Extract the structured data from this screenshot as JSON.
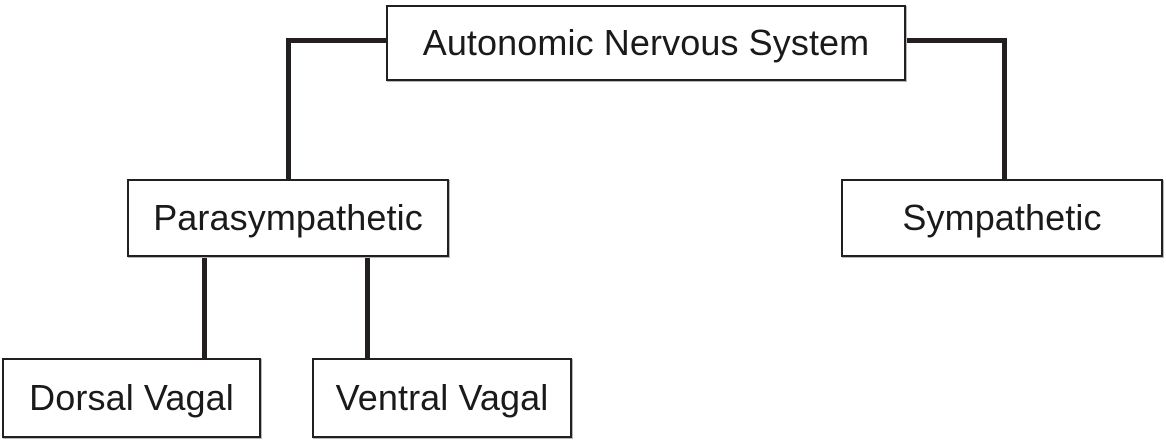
{
  "diagram": {
    "title_text": "Autonomic Nervous System",
    "colors": {
      "background": "#ffffff",
      "box_border": "#231f20",
      "connector": "#231f20",
      "text": "#1a1a1a",
      "box_shadow": "#b8b8b8"
    },
    "nodes": [
      {
        "id": "ans",
        "label": "Autonomic Nervous System",
        "level": 0
      },
      {
        "id": "para",
        "label": "Parasympathetic",
        "level": 1
      },
      {
        "id": "symp",
        "label": "Sympathetic",
        "level": 1
      },
      {
        "id": "dorsal",
        "label": "Dorsal Vagal",
        "level": 2
      },
      {
        "id": "ventral",
        "label": "Ventral Vagal",
        "level": 2
      }
    ],
    "edges": [
      {
        "from": "ans",
        "to": "para",
        "style": "elbow"
      },
      {
        "from": "ans",
        "to": "symp",
        "style": "elbow"
      },
      {
        "from": "para",
        "to": "dorsal",
        "style": "straight"
      },
      {
        "from": "para",
        "to": "ventral",
        "style": "straight"
      }
    ]
  }
}
